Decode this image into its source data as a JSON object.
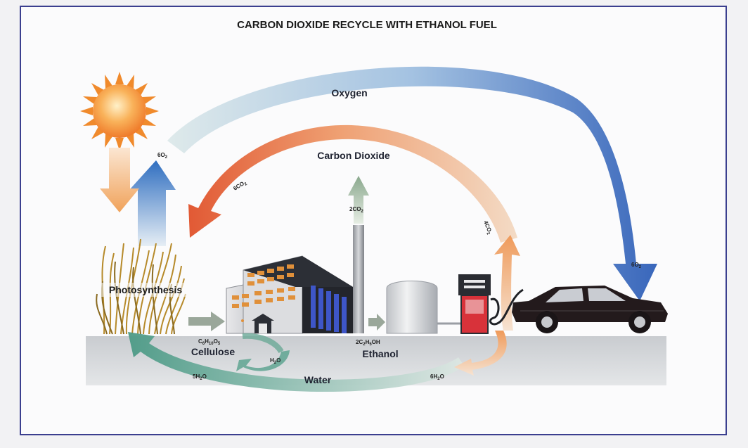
{
  "title": "CARBON DIOXIDE RECYCLE WITH ETHANOL FUEL",
  "flows": {
    "oxygen": "Oxygen",
    "carbon_dioxide": "Carbon Dioxide",
    "water": "Water"
  },
  "stages": {
    "photosynthesis": "Photosynthesis",
    "cellulose": "Cellulose",
    "ethanol": "Ethanol"
  },
  "formulas": {
    "o2_left": {
      "base": "6O",
      "sub": "2"
    },
    "co2_left": {
      "base": "6CO",
      "sub": "2"
    },
    "co2_stack": {
      "base": "2CO",
      "sub": "2"
    },
    "co2_car": {
      "base": "4CO",
      "sub": "2"
    },
    "o2_car": {
      "base": "6O",
      "sub": "2"
    },
    "cellulose": {
      "p1": "C",
      "s1": "6",
      "p2": "H",
      "s2": "10",
      "p3": "O",
      "s3": "5"
    },
    "ethanol": {
      "p1": "2C",
      "s1": "2",
      "p2": "H",
      "s2": "5",
      "p3": "OH"
    },
    "h2o_plant": {
      "p1": "5H",
      "s1": "2",
      "p2": "O"
    },
    "h2o_factory": {
      "p1": "H",
      "s1": "2",
      "p2": "O"
    },
    "h2o_car": {
      "p1": "6H",
      "s1": "2",
      "p2": "O"
    }
  },
  "colors": {
    "oxygen_arrow": "#3f74c4",
    "co2_arrow": "#e5632f",
    "water_arrow": "#4f9a86",
    "frame": "#3b3f8f"
  }
}
